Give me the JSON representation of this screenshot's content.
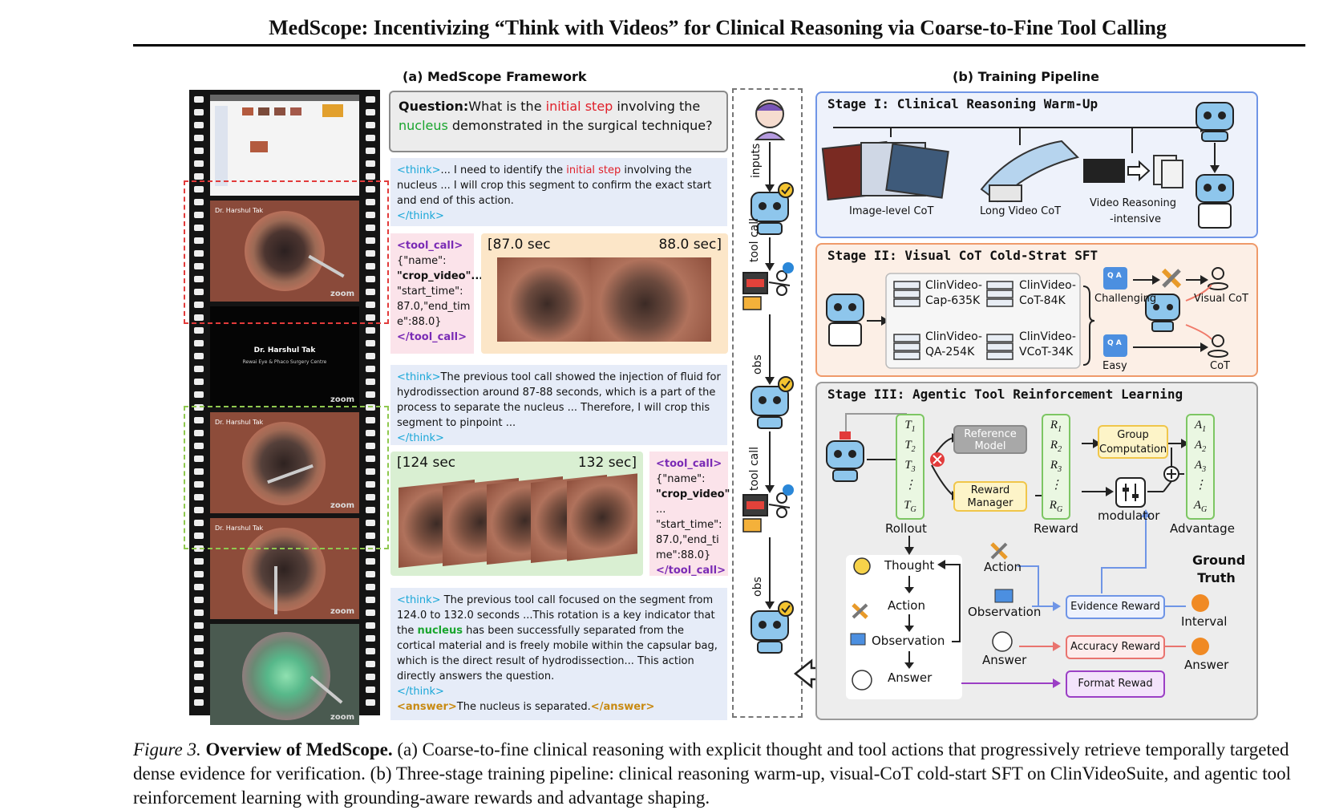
{
  "paper": {
    "title": "MedScope: Incentivizing “Think with Videos” for Clinical Reasoning via Coarse-to-Fine Tool Calling"
  },
  "panel_a": {
    "label": "(a) MedScope Framework",
    "question_label": "Question:",
    "question_pre": "What is the ",
    "question_red": "initial step",
    "question_mid": " involving the ",
    "question_green": "nucleus",
    "question_post": " demonstrated in the surgical technique?",
    "think1_open": "<think>",
    "think1_a": "... I need to identify the ",
    "think1_red": "initial step",
    "think1_b": " involving the nucleus ...  I will crop this segment to confirm the exact start and end of this action.",
    "think1_close": "</think>",
    "tool1_open": "<tool_call>",
    "tool1_body1": "{\"name\":",
    "tool1_body2": "\"crop_video\"...",
    "tool1_body3": "\"start_time\":",
    "tool1_body4": "87.0,\"end_tim",
    "tool1_body5": "e\":88.0}",
    "tool1_close": "</tool_call>",
    "clip1_start": "[87.0 sec",
    "clip1_end": "88.0 sec]",
    "think2_open": "<think>",
    "think2_body": "The previous tool call showed the injection of fluid for hydrodissection around 87-88 seconds, which is a part of the process to separate the nucleus ...  Therefore, I will crop this segment to pinpoint ...",
    "think2_close": "</think>",
    "clip2_start": "[124 sec",
    "clip2_end": "132 sec]",
    "tool2_open": "<tool_call>",
    "tool2_body1": "{\"name\":",
    "tool2_body2": "\"crop_video\"",
    "tool2_body3": "...",
    "tool2_body4": "\"start_time\":",
    "tool2_body5": "87.0,\"end_ti",
    "tool2_body6": "me\":88.0}",
    "tool2_close": "</tool_call>",
    "think3_open": "<think>",
    "think3_a": " The previous tool call focused on the segment from 124.0 to 132.0 seconds ...This rotation is a key indicator that the ",
    "think3_green": "nucleus",
    "think3_b": " has been successfully separated from the cortical material and is freely mobile within the capsular bag, which is the direct result of hydrodissection... This action directly answers the question.",
    "think3_close": "</think>",
    "answer_open": "<answer>",
    "answer_body": "The nucleus is separated.",
    "answer_close": "</answer>",
    "flow_labels": [
      "inputs",
      "tool call",
      "obs",
      "tool call",
      "obs"
    ]
  },
  "film": {
    "captions": [
      "Dr. Harshul Tak",
      "Dr. Harshul Tak",
      "Dr. Harshul Tak",
      "Dr. Harshul Tak",
      ""
    ],
    "zoom_label": "zoom",
    "black_frame_title": "Dr. Harshul Tak",
    "black_frame_sub": "Rewai Eye & Phaco Surgery Centre"
  },
  "panel_b": {
    "label": "(b) Training Pipeline",
    "stage1": {
      "title": "Stage I: Clinical Reasoning Warm-Up",
      "items": [
        "Image-level CoT",
        "Long Video CoT",
        "Video Reasoning",
        "-intensive"
      ]
    },
    "stage2": {
      "title": "Stage II: Visual CoT Cold-Strat SFT",
      "datasets": [
        [
          "ClinVideo-",
          "Cap-635K"
        ],
        [
          "ClinVideo-",
          "CoT-84K"
        ],
        [
          "ClinVideo-",
          "QA-254K"
        ],
        [
          "ClinVideo-",
          "VCoT-34K"
        ]
      ],
      "challenging": "Challenging",
      "easy": "Easy",
      "visual_cot": "Visual CoT",
      "cot": "CoT",
      "qa": "Q A"
    },
    "stage3": {
      "title": "Stage III: Agentic Tool Reinforcement Learning",
      "rollout_items": [
        "T",
        "T",
        "T",
        "⋮",
        "T"
      ],
      "rollout_subs": [
        "1",
        "2",
        "3",
        "",
        "G"
      ],
      "reward_items": [
        "R",
        "R",
        "R",
        "⋮",
        "R"
      ],
      "reward_subs": [
        "1",
        "2",
        "3",
        "",
        "G"
      ],
      "adv_items": [
        "A",
        "A",
        "A",
        "⋮",
        "A"
      ],
      "adv_subs": [
        "1",
        "2",
        "3",
        "",
        "G"
      ],
      "rollout_label": "Rollout",
      "reward_label": "Reward",
      "advantage_label": "Advantage",
      "reference_model": "Reference Model",
      "reward_manager": "Reward Manager",
      "group_computation": "Group Computation",
      "modulator": "modulator",
      "loop": [
        "Thought",
        "Action",
        "Observation",
        "Answer"
      ],
      "mid_labels": [
        "Action",
        "Observation",
        "Answer"
      ],
      "rewards": [
        "Evidence Reward",
        "Accuracy Reward",
        "Format Rewad"
      ],
      "ground_truth": "Ground Truth",
      "interval": "Interval",
      "answer": "Answer"
    }
  },
  "caption": {
    "figure_label": "Figure 3.",
    "bold": " Overview of MedScope.",
    "text": " (a) Coarse-to-fine clinical reasoning with explicit thought and tool actions that progressively retrieve temporally targeted dense evidence for verification. (b) Three-stage training pipeline: clinical reasoning warm-up, visual-CoT cold-start SFT on ClinVideoSuite, and agentic tool reinforcement learning with grounding-aware rewards and advantage shaping."
  },
  "colors": {
    "blue_panel": "#e6ecf8",
    "pink_panel": "#fbe3ea",
    "stage1_bg": "#eef2fb",
    "stage2_bg": "#fcefe6",
    "stage3_bg": "#ededed",
    "green": "#7dc663",
    "yellow": "#f0c64a",
    "blue": "#6f95e6",
    "red": "#e9746f",
    "purple": "#9b3fc5"
  }
}
